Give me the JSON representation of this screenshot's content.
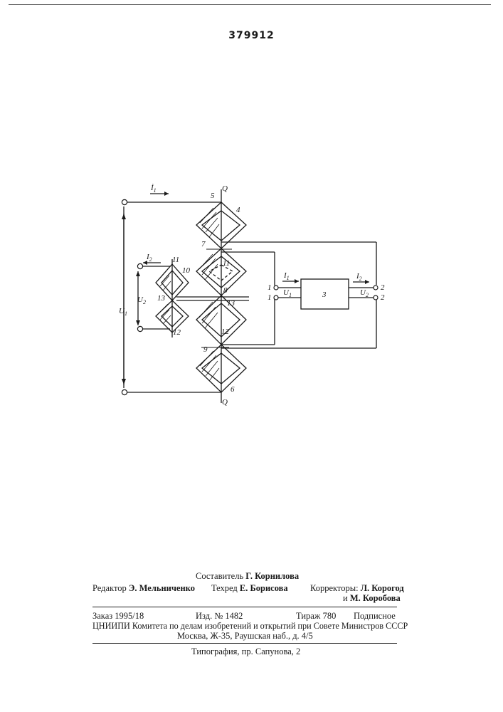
{
  "document": {
    "patent_number": "379912"
  },
  "figure": {
    "labels": {
      "q_top": "Q",
      "q_bottom": "Q",
      "n4": "4",
      "n5": "5",
      "n6": "6",
      "n7": "7",
      "n8": "8",
      "n9": "9",
      "n10": "10",
      "n11_left": "11",
      "n11_right": "11",
      "n12_left": "12",
      "n12_right": "12",
      "n13_left": "13",
      "n13_right": "13",
      "block": "3",
      "t1_top": "1",
      "t1_bottom": "1",
      "t2_top": "2",
      "t2_bottom": "2",
      "I1_top": "İ",
      "I1_top_sub": "1",
      "I1_in": "I",
      "I1_in_sub": "1",
      "U1_in": "U",
      "U1_in_sub": "1",
      "I2_out": "I",
      "I2_out_sub": "2",
      "U2_out": "U",
      "U2_out_sub": "2",
      "I2_left": "I",
      "I2_left_sub": "2",
      "U2_left": "U",
      "U2_left_sub": "2",
      "U1_left": "U",
      "U1_left_sub": "1"
    }
  },
  "colophon": {
    "compiler_label": "Составитель",
    "compiler_name": "Г. Корнилова",
    "editor_label": "Редактор",
    "editor_name": "Э. Мельниченко",
    "techred_label": "Техред",
    "techred_name": "Е. Борисова",
    "correctors_label": "Корректоры:",
    "corrector_1": "Л. Корогод",
    "corrector_2_prefix": "и",
    "corrector_2": "М. Коробова",
    "order": "Заказ 1995/18",
    "edition": "Изд. № 1482",
    "circulation": "Тираж 780",
    "subscription": "Подписное",
    "org_line": "ЦНИИПИ Комитета по делам изобретений и открытий при Совете Министров СССР",
    "address_line": "Москва, Ж-35, Раушская наб., д. 4/5",
    "printing_line": "Типография, пр. Сапунова, 2"
  }
}
